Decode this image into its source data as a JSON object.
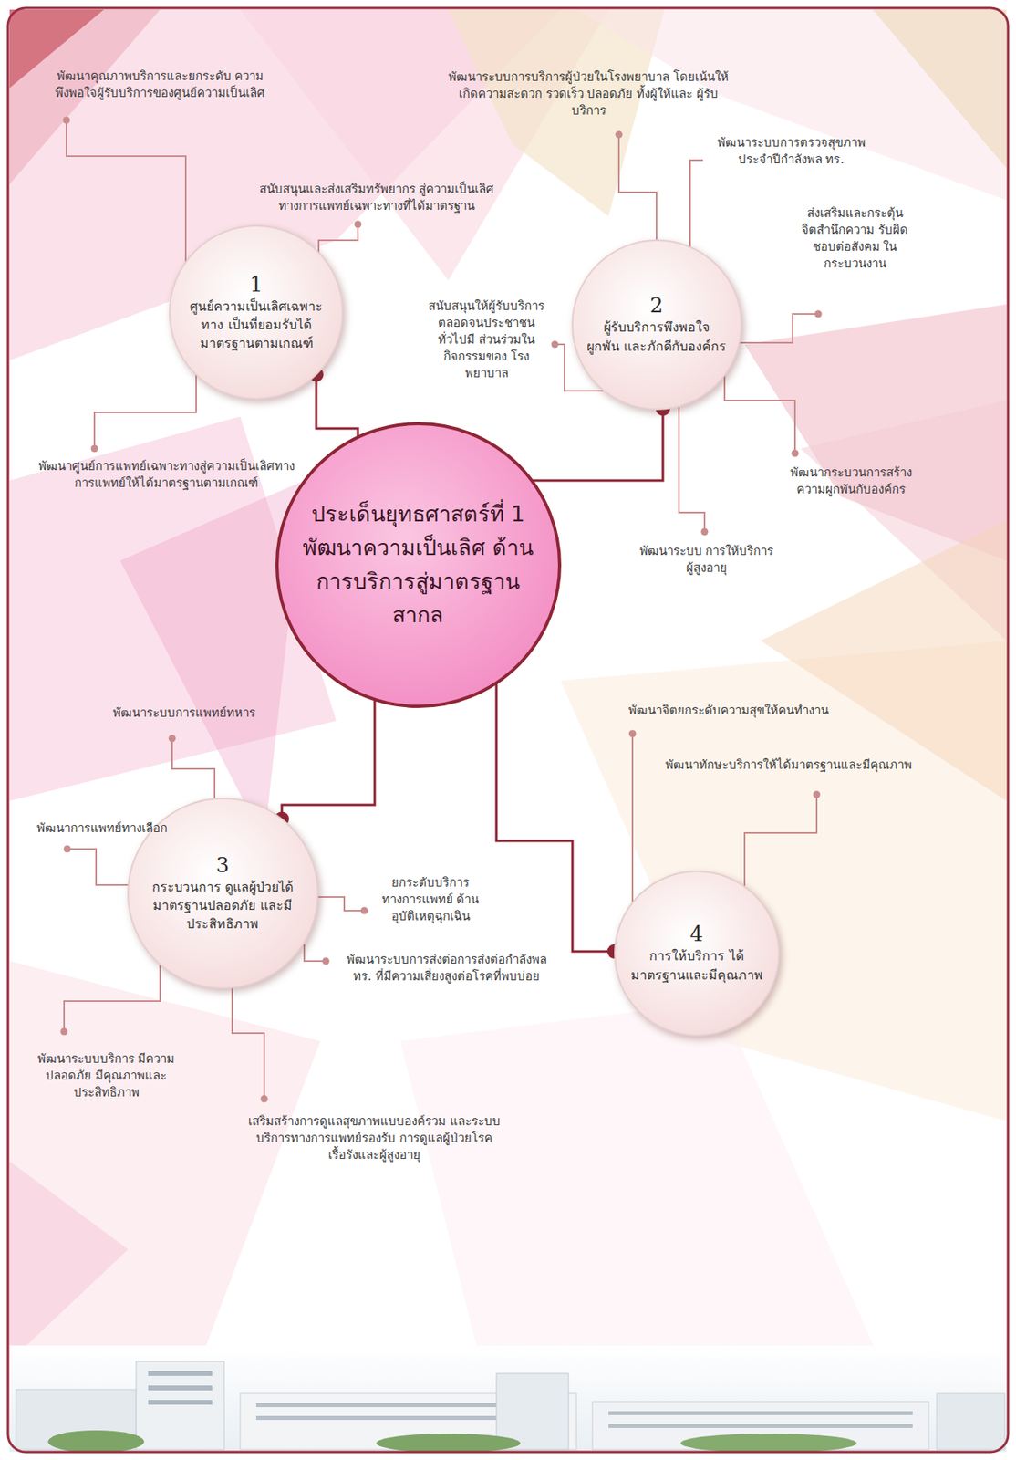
{
  "diagram": {
    "nodes": [
      {
        "text": [
          "ประเด็นยุทธศาสตร์ที่ 1 พัฒนาความเป็นเลิศ ด้านการบริการสู่มาตรฐานสากล"
        ]
      },
      {
        "text": [
          "1",
          "ศูนย์ความเป็นเลิศเฉพาะทาง เป็นที่ยอมรับได้มาตรฐานตามเกณฑ์"
        ]
      },
      {
        "text": [
          "2",
          "ผู้รับบริการพึงพอใจ ผูกพัน และภักดีกับองค์กร"
        ]
      },
      {
        "text": [
          "3",
          "กระบวนการ ดูแลผู้ป่วยได้มาตรฐานปลอดภัย และมีประสิทธิภาพ"
        ]
      },
      {
        "text": [
          "4",
          "การให้บริการ ได้มาตรฐานและมีคุณภาพ"
        ]
      }
    ],
    "edges": [
      {
        "from": 0,
        "to": 1,
        "arrow": "none"
      },
      {
        "from": 0,
        "to": 2,
        "arrow": "none"
      },
      {
        "from": 0,
        "to": 3,
        "arrow": "none"
      },
      {
        "from": 0,
        "to": 4,
        "arrow": "none"
      }
    ],
    "labels": [
      "พัฒนาคุณภาพบริการและยกระดับ ความพึงพอใจผู้รับบริการของศูนย์ความเป็นเลิศ",
      "สนับสนุนและส่งเสริมทรัพยากร สู่ความเป็นเลิศทางการแพทย์เฉพาะทางที่ได้มาตรฐาน",
      "พัฒนาศูนย์การแพทย์เฉพาะทางสู่ความเป็นเลิศทาง การแพทย์ให้ได้มาตรฐานตามเกณฑ์",
      "พัฒนาระบบการบริการผู้ป่วยในโรงพยาบาล โดยเน้นให้เกิดความสะดวก รวดเร็ว ปลอดภัย ทั้งผู้ให้และ ผู้รับบริการ",
      "พัฒนาระบบการตรวจสุขภาพ ประจำปีกำลังพล ทร.",
      "ส่งเสริมและกระตุ้น จิตสำนึกความ รับผิดชอบต่อสังคม ในกระบวนงาน",
      "สนับสนุนให้ผู้รับบริการ ตลอดจนประชาชนทั่วไปมี ส่วนร่วมในกิจกรรมของ โรงพยาบาล",
      "พัฒนากระบวนการสร้าง ความผูกพันกับองค์กร",
      "พัฒนาระบบ การให้บริการผู้สูงอายุ",
      "พัฒนาระบบการแพทย์ทหาร",
      "พัฒนาการแพทย์ทางเลือก",
      "ยกระดับบริการ ทางการแพทย์ ด้านอุบัติเหตุฉุกเฉิน",
      "พัฒนาระบบการส่งต่อการส่งต่อกำลังพล ทร. ที่มีความเสี่ยงสูงต่อโรคที่พบบ่อย",
      "พัฒนาระบบบริการ มีความปลอดภัย มีคุณภาพและประสิทธิภาพ",
      "เสริมสร้างการดูแลสุขภาพแบบองค์รวม และระบบบริการทางการแพทย์รองรับ การดูแลผู้ป่วยโรคเรื้อรังและผู้สูงอายุ",
      "พัฒนาจิตยกระดับความสุขให้คนทำงาน",
      "พัฒนาทักษะบริการให้ได้มาตรฐานและมีคุณภาพ"
    ]
  }
}
